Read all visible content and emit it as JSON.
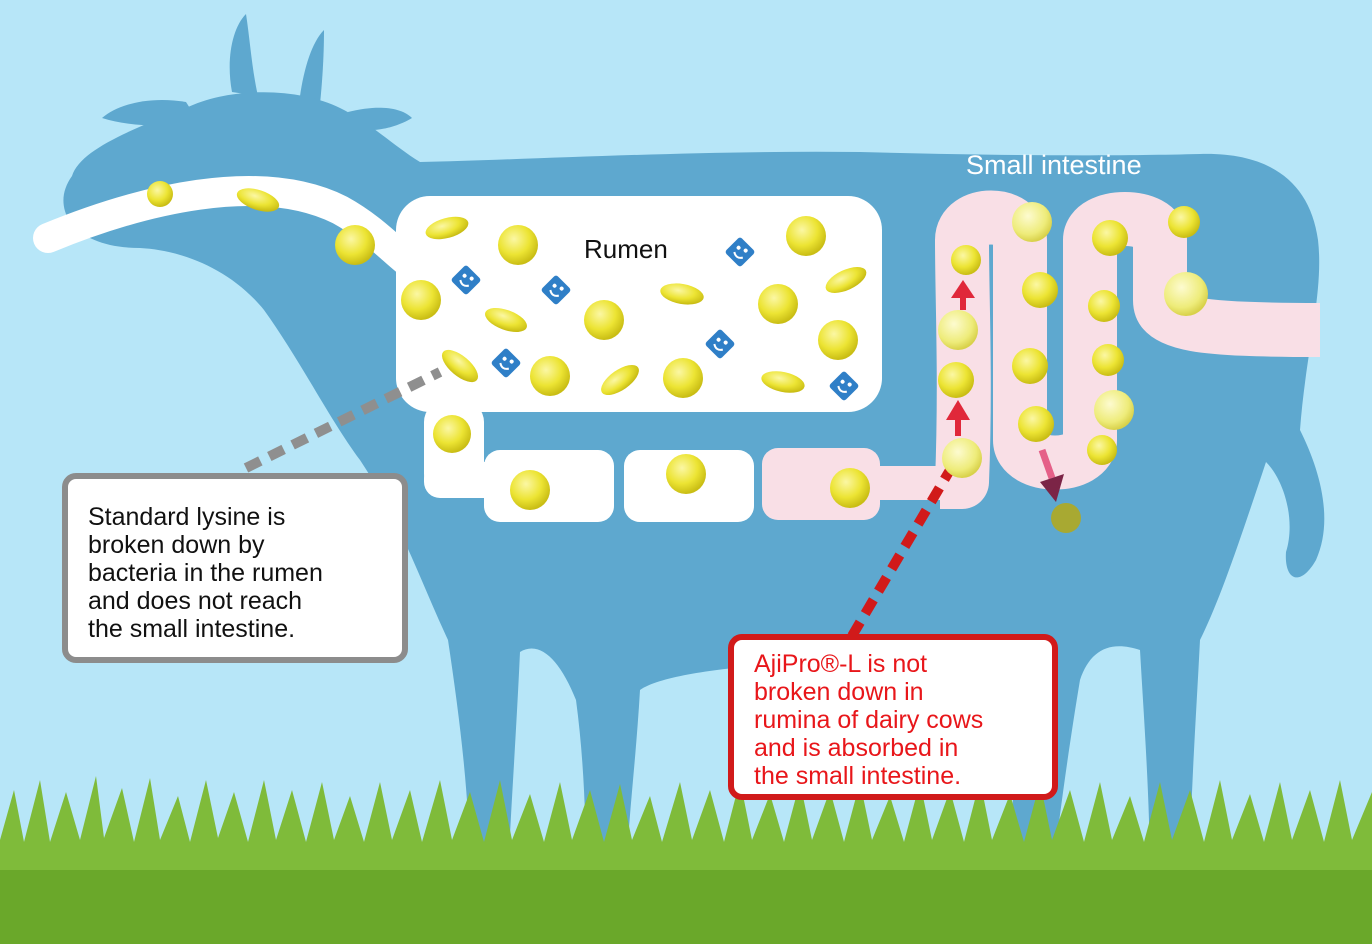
{
  "labels": {
    "small_intestine": "Small intestine",
    "rumen": "Rumen"
  },
  "callouts": {
    "standard": "Standard lysine is\nbroken down by\nbacteria in the rumen\nand does not reach\nthe small intestine.",
    "ajipro": "AjiPro®-L is not\nbroken down in\nrumina of dairy cows\nand is absorbed in\nthe small intestine."
  },
  "colors": {
    "sky": "#b7e6f8",
    "cow": "#5ea8cf",
    "grass": "#6aa82a",
    "tract": "#ffffff",
    "intestine": "#f9dfe6",
    "lysine": "#e6dc2a",
    "bacteria": "#2f7fc7",
    "grey_callout": "#8c8c8c",
    "red_callout": "#d11a1a"
  },
  "icons": {
    "bacteria": "bacteria-icon",
    "lysine_pellet": "lysine-pellet-icon",
    "absorption_arrow": "arrow-up-icon",
    "exit_arrow": "arrow-down-icon"
  }
}
